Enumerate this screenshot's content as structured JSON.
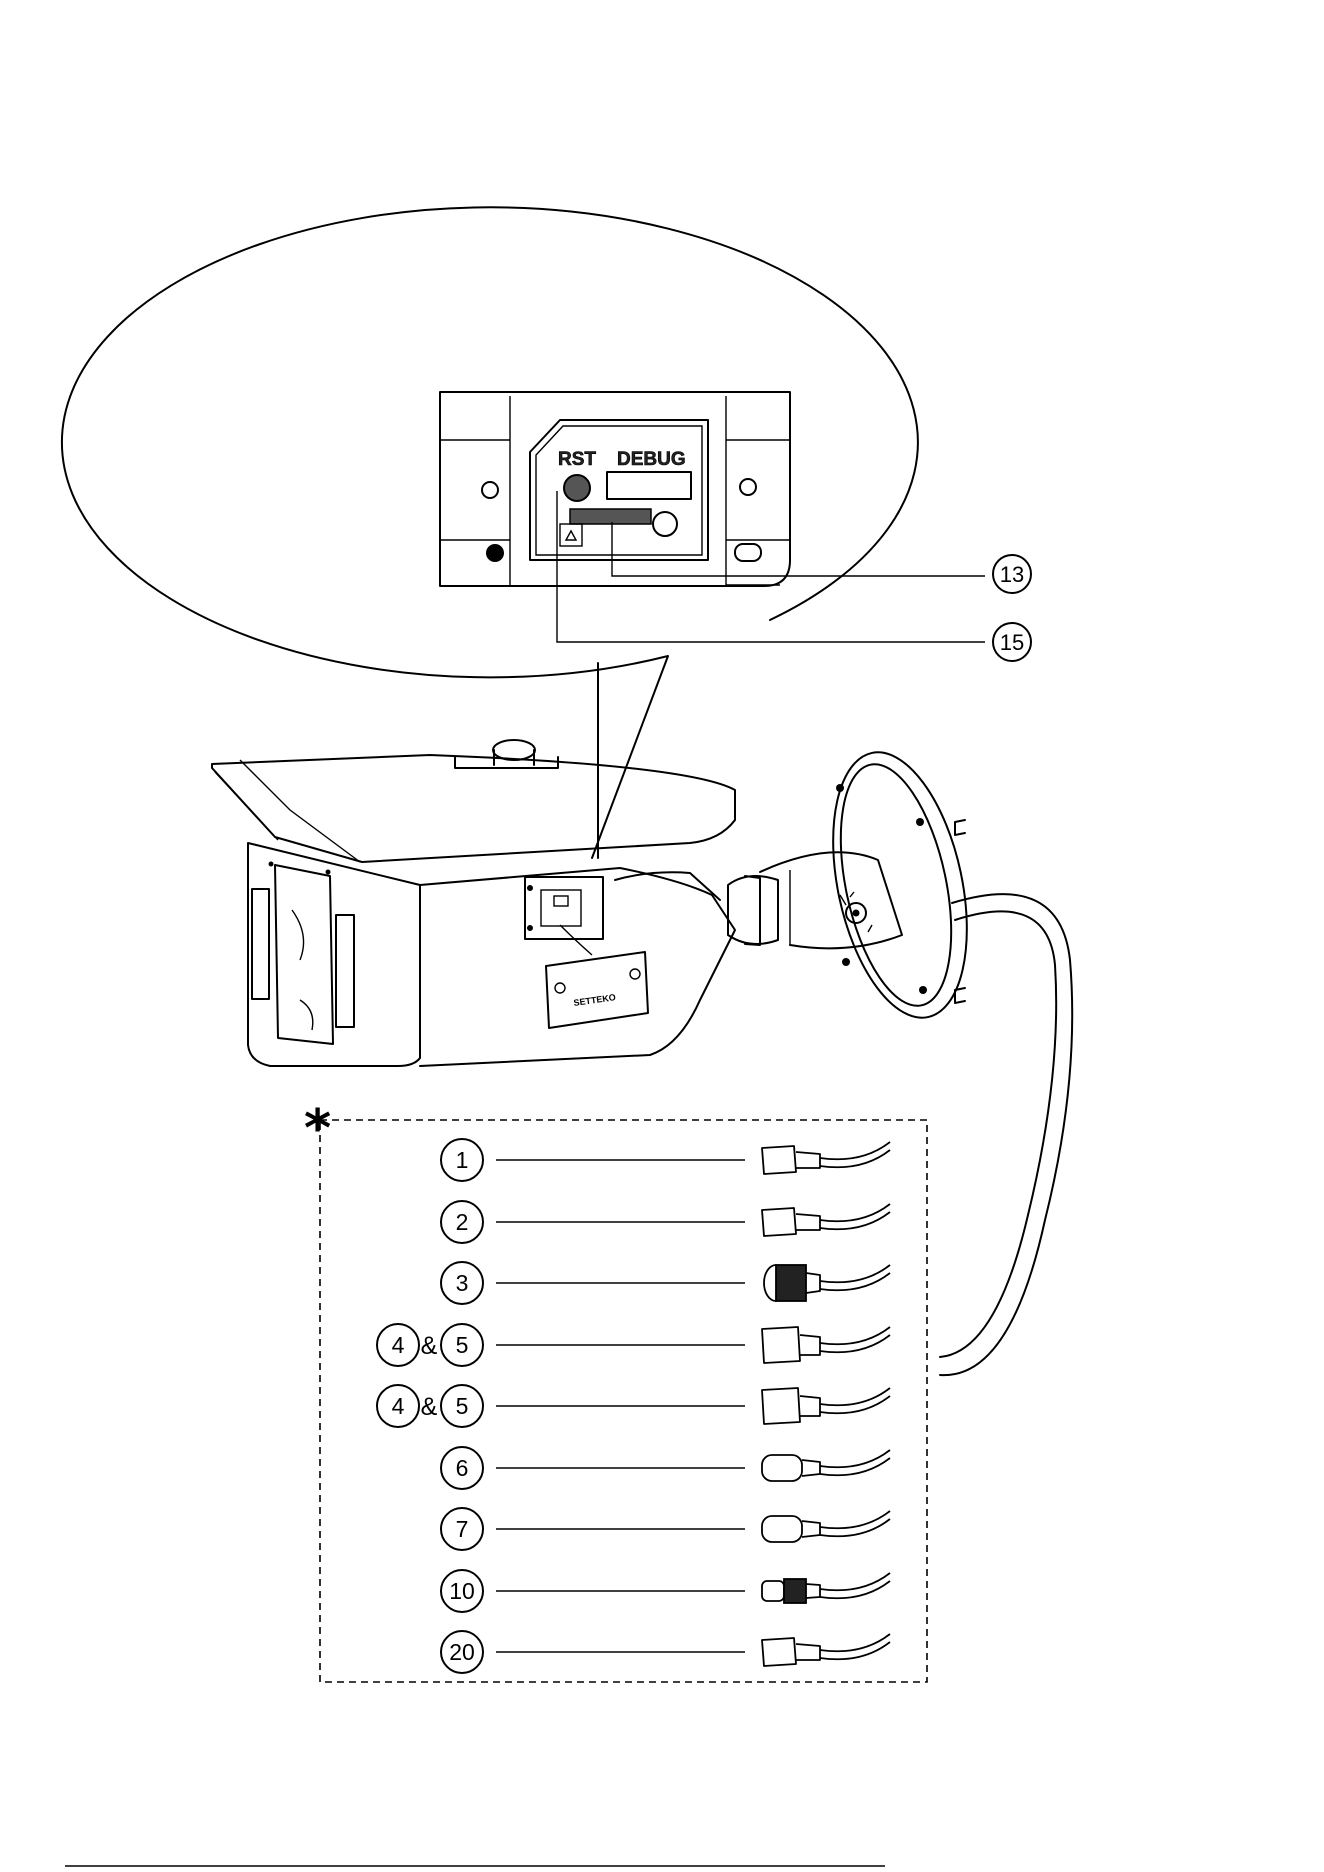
{
  "zoom_panel": {
    "reset_label": "RST",
    "debug_label": "DEBUG",
    "callouts": [
      {
        "id": "callout-13",
        "label": "13"
      },
      {
        "id": "callout-15",
        "label": "15"
      }
    ]
  },
  "camera": {
    "brand_text": "SETTEKO"
  },
  "cable_group": {
    "marker": "*",
    "ampersand": "&",
    "rows": [
      {
        "labels": [
          "1"
        ],
        "connector": "rj45-small"
      },
      {
        "labels": [
          "2"
        ],
        "connector": "rj45-small"
      },
      {
        "labels": [
          "3"
        ],
        "connector": "rj45-gland"
      },
      {
        "labels": [
          "4",
          "5"
        ],
        "connector": "rj45-large"
      },
      {
        "labels": [
          "4",
          "5"
        ],
        "connector": "rj45-large"
      },
      {
        "labels": [
          "6"
        ],
        "connector": "dc-barrel"
      },
      {
        "labels": [
          "7"
        ],
        "connector": "dc-barrel"
      },
      {
        "labels": [
          "10"
        ],
        "connector": "bnc"
      },
      {
        "labels": [
          "20"
        ],
        "connector": "rj45-small"
      }
    ]
  }
}
